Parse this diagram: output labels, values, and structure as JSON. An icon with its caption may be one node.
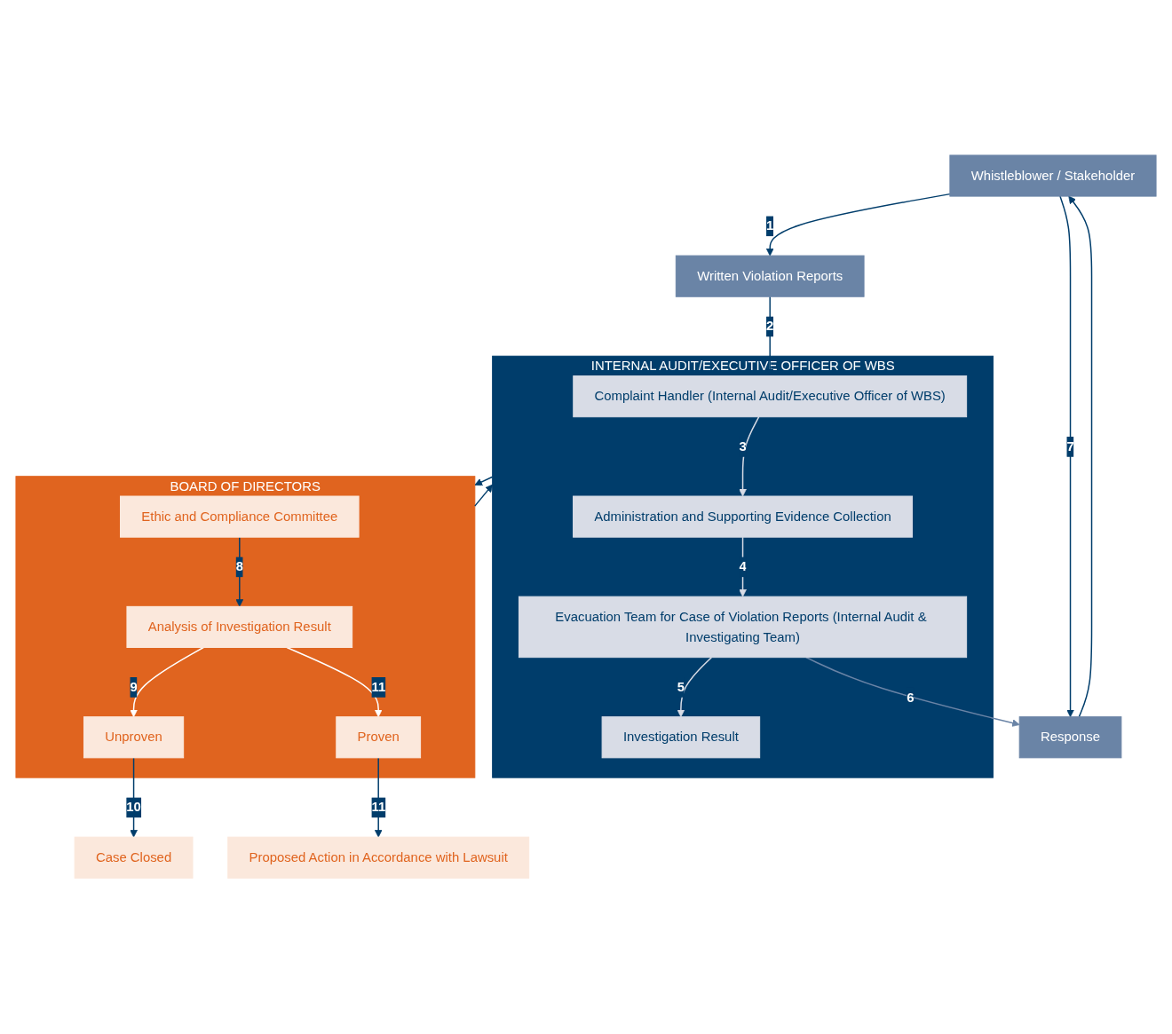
{
  "diagram": {
    "nodes": [
      {
        "text": [
          "Whistleblower / Stakeholder"
        ]
      },
      {
        "text": [
          "Written Violation Reports"
        ]
      },
      {
        "text": [
          "INTERNAL AUDIT/EXECUTIVE OFFICER OF WBS"
        ]
      },
      {
        "text": [
          "Complaint Handler (Internal Audit/Executive Officer of WBS)"
        ],
        "in": 2
      },
      {
        "text": [
          "Administration and Supporting Evidence Collection"
        ],
        "in": 2
      },
      {
        "text": [
          "Evacuation Team for Case of Violation Reports (Internal Audit & Investigating Team)"
        ],
        "in": 2
      },
      {
        "text": [
          "Investigation Result"
        ],
        "in": 2
      },
      {
        "text": [
          "Response"
        ]
      },
      {
        "text": [
          "BOARD OF DIRECTORS"
        ]
      },
      {
        "text": [
          "Ethic and Compliance Committee"
        ],
        "in": 8
      },
      {
        "text": [
          "Analysis of Investigation Result"
        ],
        "in": 8
      },
      {
        "text": [
          "Unproven"
        ],
        "in": 8
      },
      {
        "text": [
          "Proven"
        ],
        "in": 8
      },
      {
        "text": [
          "Case Closed"
        ]
      },
      {
        "text": [
          "Proposed Action in Accordance with Lawsuit"
        ]
      }
    ],
    "edges": [
      {
        "from": 0,
        "to": 1,
        "arrow": "to",
        "label": "1"
      },
      {
        "from": 1,
        "to": 3,
        "arrow": "to",
        "label": "2"
      },
      {
        "from": 3,
        "to": 4,
        "arrow": "to",
        "label": "3",
        "color": "#d8dce6"
      },
      {
        "from": 4,
        "to": 5,
        "arrow": "to",
        "label": "4",
        "color": "#d8dce6"
      },
      {
        "from": 5,
        "to": 6,
        "arrow": "to",
        "label": "5",
        "color": "#d8dce6"
      },
      {
        "from": 5,
        "to": 7,
        "arrow": "to",
        "label": "6",
        "color": "#6a84a6"
      },
      {
        "from": 0,
        "to": 7,
        "arrow": "to",
        "label": "7"
      },
      {
        "from": 7,
        "to": 0,
        "arrow": "to"
      },
      {
        "from": 2,
        "to": 8,
        "arrow": "to"
      },
      {
        "from": 8,
        "to": 2,
        "arrow": "to"
      },
      {
        "from": 9,
        "to": 10,
        "arrow": "to",
        "label": "8"
      },
      {
        "from": 10,
        "to": 11,
        "arrow": "to",
        "label": "9",
        "color": "#ffffff"
      },
      {
        "from": 10,
        "to": 12,
        "arrow": "to",
        "label": "11",
        "color": "#ffffff"
      },
      {
        "from": 11,
        "to": 13,
        "arrow": "to",
        "label": "10"
      },
      {
        "from": 12,
        "to": 14,
        "arrow": "to",
        "label": "11"
      }
    ]
  }
}
